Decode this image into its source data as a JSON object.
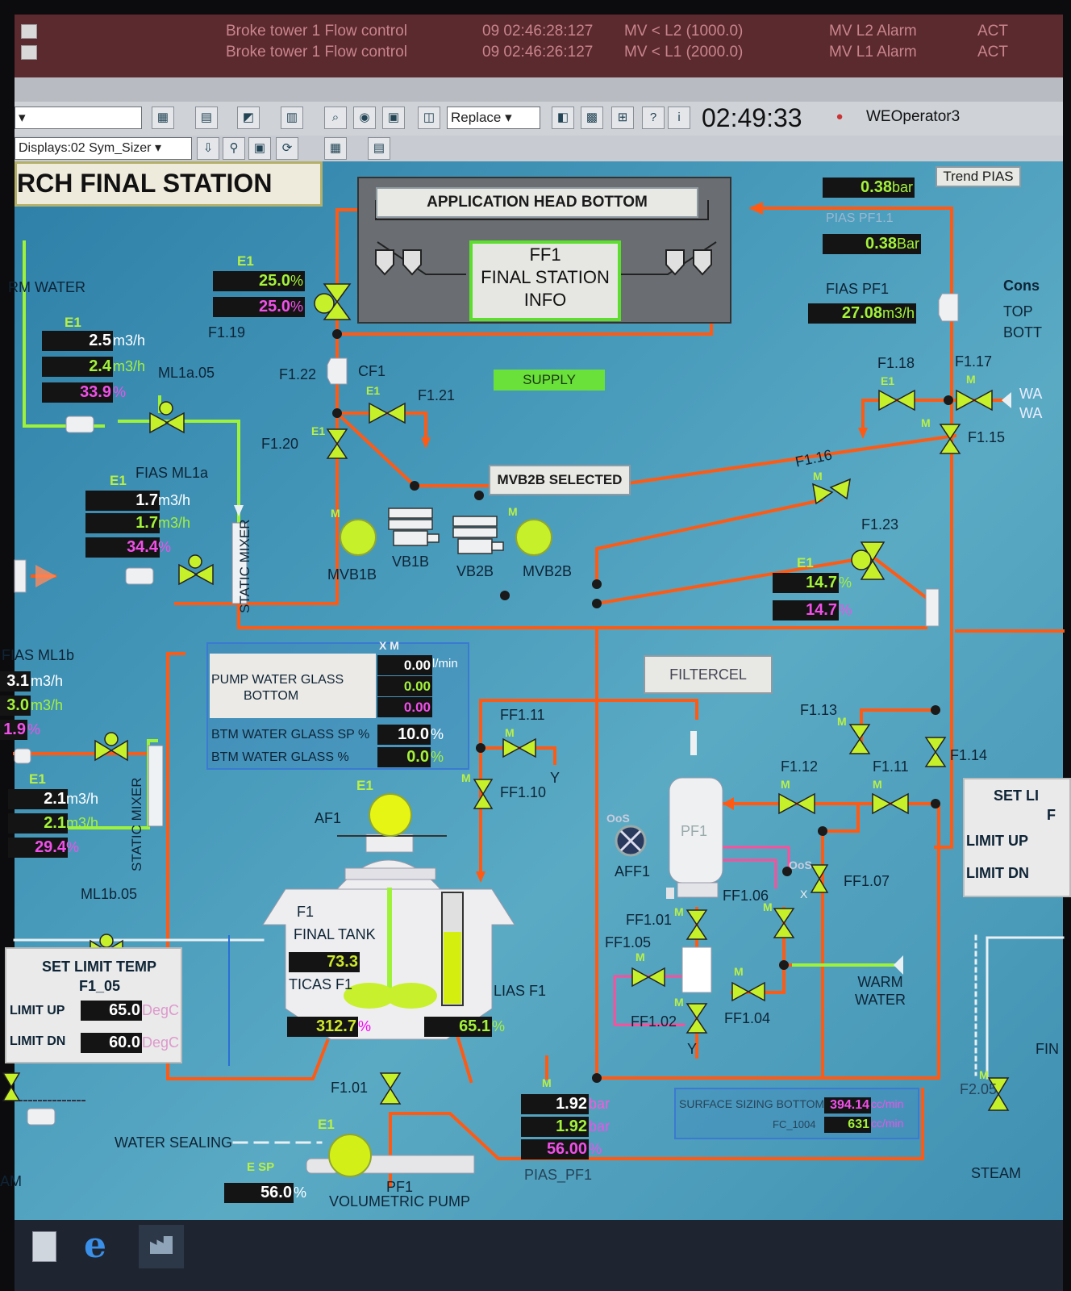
{
  "alarms": [
    {
      "source": "Broke tower 1 Flow control",
      "time": "09 02:46:28:127",
      "desc": "MV < L2 (1000.0)",
      "type": "MV L2 Alarm",
      "state": "ACT"
    },
    {
      "source": "Broke tower 1 Flow control",
      "time": "09 02:46:26:127",
      "desc": "MV < L1 (2000.0)",
      "type": "MV L1 Alarm",
      "state": "ACT"
    }
  ],
  "toolbar": {
    "replace": "Replace",
    "clock": "02:49:33",
    "user": "WEOperator3",
    "displays": "Displays:02 Sym_Sizer"
  },
  "header": {
    "title": "RCH FINAL STATION",
    "trend_button": "Trend PIAS",
    "app_head": "APPLICATION HEAD BOTTOM",
    "ff1_info": [
      "FF1",
      "FINAL STATION",
      "INFO"
    ],
    "supply": "SUPPLY",
    "mvb2b": "MVB2B SELECTED",
    "filtercel": "FILTERCEL"
  },
  "pressure_top": {
    "v1": "0.38",
    "u1": "bar",
    "tag": "PIAS PF1.1",
    "v2": "0.38",
    "u2": "Bar"
  },
  "fias_pf1": {
    "label": "FIAS PF1",
    "value": "27.08",
    "unit": "m3/h"
  },
  "right_edge": {
    "cons": "Cons",
    "top": "TOP",
    "bott": "BOTT",
    "wa1": "WA",
    "wa2": "WA"
  },
  "f119": {
    "e1": "E1",
    "sp": "25.0",
    "pv": "25.0",
    "unit": "%",
    "tag": "F1.19"
  },
  "warm_water_top": {
    "label": "RM WATER",
    "e1": "E1",
    "v1": "2.5",
    "v2": "2.4",
    "v3": "33.9",
    "u1": "m3/h",
    "u3": "%",
    "valve": "ML1a.05"
  },
  "fias_ml1a": {
    "label": "FIAS ML1a",
    "e1": "E1",
    "v1": "1.7",
    "v2": "1.7",
    "v3": "34.4",
    "u1": "m3/h",
    "u3": "%"
  },
  "fias_ml1b": {
    "label": "FIAS ML1b",
    "v1": "3.1",
    "v2": "3.0",
    "v3": "1.9",
    "u1": "m3/h",
    "u3": "%"
  },
  "ml1b05": {
    "e1": "E1",
    "v1": "2.1",
    "v2": "2.1",
    "v3": "29.4",
    "u1": "m3/h",
    "u3": "%",
    "valve": "ML1b.05"
  },
  "tags": {
    "cf1": "CF1",
    "f122": "F1.22",
    "f121": "F1.21",
    "f120": "F1.20",
    "e1": "E1",
    "m": "M",
    "vb1b": "VB1B",
    "vb2b": "VB2B",
    "mvb1b": "MVB1B",
    "mvb2b": "MVB2B",
    "static_mixer": "STATIC MIXER",
    "f118": "F1.18",
    "f117": "F1.17",
    "f115": "F1.15",
    "f116": "F1.16",
    "f123": "F1.23",
    "f113": "F1.13",
    "f114": "F1.14",
    "f112": "F1.12",
    "f111": "F1.11",
    "ff111": "FF1.11",
    "ff110": "FF1.10",
    "af1": "AF1",
    "aff1": "AFF1",
    "pf1": "PF1",
    "oos": "OoS",
    "ff107": "FF1.07",
    "ff106": "FF1.06",
    "ff101": "FF1.01",
    "ff105": "FF1.05",
    "ff102": "FF1.02",
    "ff104": "FF1.04",
    "warm_water": [
      "WARM",
      "WATER"
    ],
    "f101": "F1.01",
    "water_sealing": "WATER SEALING",
    "volumetric_pump": [
      "PF1",
      "VOLUMETRIC PUMP"
    ],
    "pias_pf1": "PIAS_PF1",
    "f205": "F2.05",
    "steam": "STEAM",
    "am": "AM",
    "fin": "FIN",
    "y": "Y",
    "x": "X"
  },
  "f123_vals": {
    "e1": "E1",
    "v1": "14.7",
    "v2": "14.7",
    "unit": "%"
  },
  "pump_water_glass": {
    "title": [
      "PUMP WATER GLASS",
      "BOTTOM"
    ],
    "v1": "0.00",
    "v2": "0.00",
    "v3": "0.00",
    "u1": "l/min",
    "xm": "X M",
    "sp_label": "BTM WATER GLASS SP %",
    "sp": "10.0",
    "pv_label": "BTM WATER GLASS %",
    "pv": "0.0",
    "unit": "%"
  },
  "final_tank": {
    "f1": "F1",
    "name": "FINAL TANK",
    "ticas": "TICAS F1",
    "temp": "73.3",
    "val2": "312.7",
    "unit2": "%",
    "lias": "LIAS F1",
    "level": "65.1",
    "unit": "%",
    "level_fraction": 0.65
  },
  "set_limit_temp": {
    "title": "SET LIMIT TEMP",
    "sub": "F1_05",
    "up_label": "LIMIT UP",
    "up": "65.0",
    "dn_label": "LIMIT DN",
    "dn": "60.0",
    "unit": "DegC"
  },
  "set_limit_right": {
    "title": "SET LI",
    "sub": "F",
    "up": "LIMIT UP",
    "dn": "LIMIT DN"
  },
  "pias_vals": {
    "m": "M",
    "v1": "1.92",
    "v2": "1.92",
    "v3": "56.00",
    "u1": "bar",
    "u3": "%"
  },
  "surface_sizing": {
    "label": "SURFACE SIZING BOTTOM",
    "tag": "FC_1004",
    "v1": "394.14",
    "v2": "631",
    "unit": "cc/min"
  },
  "pump_sp": {
    "label": "E SP",
    "value": "56.0",
    "unit": "%"
  }
}
